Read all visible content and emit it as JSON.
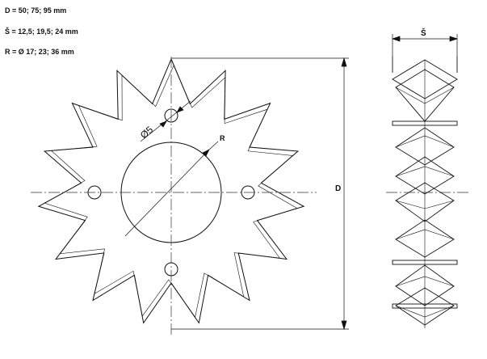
{
  "specs": {
    "d_line": "D = 50; 75; 95 mm",
    "s_line": "Š  = 12,5; 19,5; 24 mm",
    "r_line": "R = Ø 17; 23; 36 mm"
  },
  "labels": {
    "width_label": "Š",
    "diameter_label": "D",
    "radius_label": "R",
    "hole_label": "Ø5"
  },
  "colors": {
    "line": "#111111",
    "centerline": "#333333"
  }
}
